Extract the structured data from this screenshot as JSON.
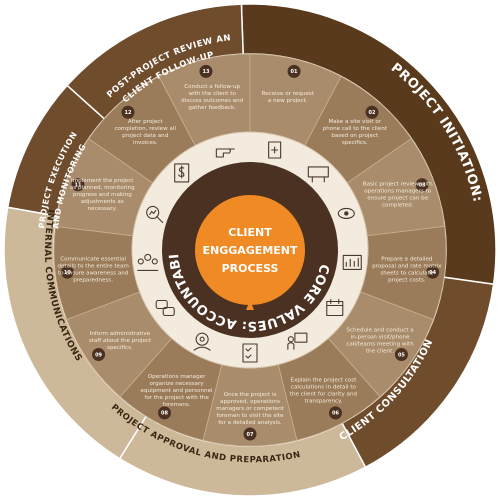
{
  "center": {
    "lines": [
      "CLIENT",
      "ENGGAGEMENT",
      "PROCESS"
    ]
  },
  "core_values_text": "CORE VALUES: ACCOUNTABILITY, COLABORATION, INTEGRITY",
  "phases": {
    "project_initiation": "PROJECT INITIATION:",
    "client_consultation": "CLIENT CONSULTATION",
    "approval_preparation": "PROJECT APPROVAL AND PREPARATION",
    "internal_communications": "INTERNAL COMMUNICATIONS",
    "execution_monitoring_1": "PROJECT EXECUTION",
    "execution_monitoring_2": "AND MONITORING",
    "review_followup_1": "POST-PROJECT REVIEW AND",
    "review_followup_2": "CLIENT FOLLOW-UP"
  },
  "steps": [
    {
      "num": "01",
      "text": [
        "Receive or request",
        "a new project."
      ],
      "icon": "new-document-icon"
    },
    {
      "num": "02",
      "text": [
        "Make a site visit or",
        "phone call to the client",
        "based on project",
        "specifics."
      ],
      "icon": "contact-sign-icon"
    },
    {
      "num": "03",
      "text": [
        "Basic project review with",
        "operations managers to",
        "ensure project can be",
        "completed."
      ],
      "icon": "eye-review-icon"
    },
    {
      "num": "04",
      "text": [
        "Prepare a detailed",
        "proposal and rate matrix",
        "sheets to calculate",
        "project costs."
      ],
      "icon": "proposal-chart-icon"
    },
    {
      "num": "05",
      "text": [
        "Schedule and conduct a",
        "in-person visit/phone",
        "call/teams meeting with",
        "the client."
      ],
      "icon": "calendar-icon"
    },
    {
      "num": "06",
      "text": [
        "Explain the project cost",
        "calculations in detail to",
        "the client for clarity and",
        "transparency."
      ],
      "icon": "presentation-icon"
    },
    {
      "num": "07",
      "text": [
        "Once the project is",
        "approved, operations",
        "managers or competent",
        "foremen to visit the site",
        "for a detailed analysis."
      ],
      "icon": "checklist-icon"
    },
    {
      "num": "08",
      "text": [
        "Operations manager",
        "organize necessary",
        "equipment and personnel",
        "for the project with the",
        "foremans."
      ],
      "icon": "team-gear-icon"
    },
    {
      "num": "09",
      "text": [
        "Inform administrative",
        "staff about the project",
        "specifics."
      ],
      "icon": "chat-bubbles-icon"
    },
    {
      "num": "10",
      "text": [
        "Communicate essential",
        "details to the entire team",
        "to ensure awareness and",
        "preparedness."
      ],
      "icon": "team-meeting-icon"
    },
    {
      "num": "11",
      "text": [
        "Implement the project",
        "as planned, monitoring",
        "progress and making",
        "adjustments as",
        "necessary."
      ],
      "icon": "magnify-chart-icon"
    },
    {
      "num": "12",
      "text": [
        "After project",
        "completion, review all",
        "project data and",
        "invoices."
      ],
      "icon": "invoice-dollar-icon"
    },
    {
      "num": "13",
      "text": [
        "Conduct a follow-up",
        "with the client to",
        "discuss outcomes and",
        "gather feedback."
      ],
      "icon": "pointing-hand-icon"
    }
  ],
  "colors": {
    "dark_brown": "#5a3a1c",
    "mid_brown": "#8a6a4c",
    "ring_tan": "#a68b6c",
    "band_tan": "#c9b69c",
    "cream": "#f0e6d6",
    "orange": "#f08a24",
    "text_dark": "#3a2614"
  }
}
